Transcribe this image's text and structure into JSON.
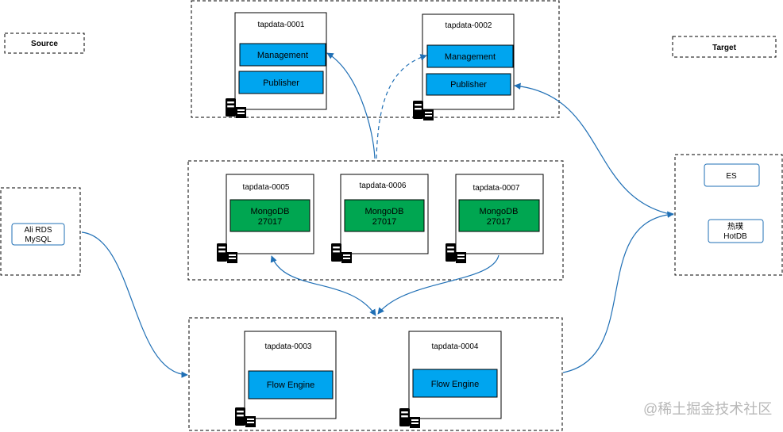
{
  "labels": {
    "source": "Source",
    "target": "Target"
  },
  "top_group": {
    "node1": {
      "title": "tapdata-0001",
      "management": "Management",
      "publisher": "Publisher"
    },
    "node2": {
      "title": "tapdata-0002",
      "management": "Management",
      "publisher": "Publisher"
    }
  },
  "middle_group": {
    "node5": {
      "title": "tapdata-0005",
      "db_line1": "MongoDB",
      "db_line2": "27017"
    },
    "node6": {
      "title": "tapdata-0006",
      "db_line1": "MongoDB",
      "db_line2": "27017"
    },
    "node7": {
      "title": "tapdata-0007",
      "db_line1": "MongoDB",
      "db_line2": "27017"
    }
  },
  "bottom_group": {
    "node3": {
      "title": "tapdata-0003",
      "engine": "Flow Engine"
    },
    "node4": {
      "title": "tapdata-0004",
      "engine": "Flow Engine"
    }
  },
  "source_box": {
    "line1": "Ali RDS",
    "line2": "MySQL"
  },
  "target_box": {
    "es": "ES",
    "hotdb_line1": "热璞",
    "hotdb_line2": "HotDB"
  },
  "watermark": "@稀土掘金技术社区",
  "colors": {
    "service_box": "#00a5ef",
    "mongodb_box": "#00a651",
    "arrow": "#1f6fb5",
    "dashed_border": "#000000"
  },
  "icons": {
    "server": "server-icon"
  }
}
